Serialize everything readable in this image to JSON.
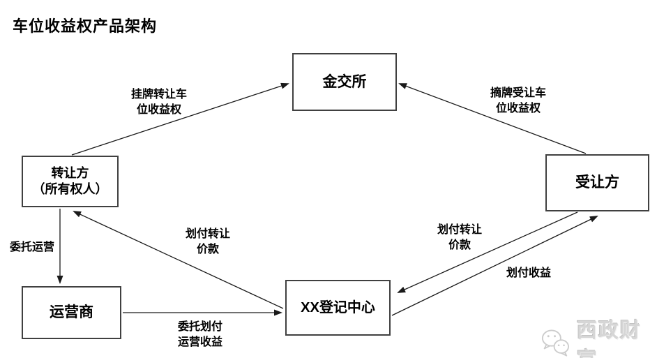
{
  "title": "车位收益权产品架构",
  "nodes": {
    "exchange": {
      "label": "金交所"
    },
    "transferor": {
      "line1": "转让方",
      "line2": "（所有权人）"
    },
    "transferee": {
      "label": "受让方"
    },
    "operator": {
      "label": "运营商"
    },
    "registry": {
      "label": "XX登记中心"
    }
  },
  "edges": {
    "list_transfer": {
      "line1": "挂牌转让车",
      "line2": "位收益权",
      "from": "转让方（所有权人）",
      "to": "金交所"
    },
    "delist_accept": {
      "line1": "摘牌受让车",
      "line2": "位收益权",
      "from": "受让方",
      "to": "金交所"
    },
    "entrust_operation": {
      "label": "委托运营",
      "from": "转让方（所有权人）",
      "to": "运营商"
    },
    "pay_transfer_price_to_transferor": {
      "line1": "划付转让",
      "line2": "价款",
      "from": "XX登记中心",
      "to": "转让方（所有权人）"
    },
    "entrust_pay_operating_income": {
      "line1": "委托划付",
      "line2": "运营收益",
      "from": "运营商",
      "to": "XX登记中心"
    },
    "pay_transfer_price_to_registry": {
      "line1": "划付转让",
      "line2": "价款",
      "from": "受让方",
      "to": "XX登记中心"
    },
    "pay_income": {
      "label": "划付收益",
      "from": "XX登记中心",
      "to": "受让方"
    }
  },
  "watermark": {
    "text": "西政财富",
    "icon": "wechat-chat-bubbles-icon"
  },
  "colors": {
    "background": "#ffffff",
    "line": "#1a1a1a",
    "box_border": "#404040",
    "text": "#000000",
    "watermark": "#d6d6d6"
  }
}
